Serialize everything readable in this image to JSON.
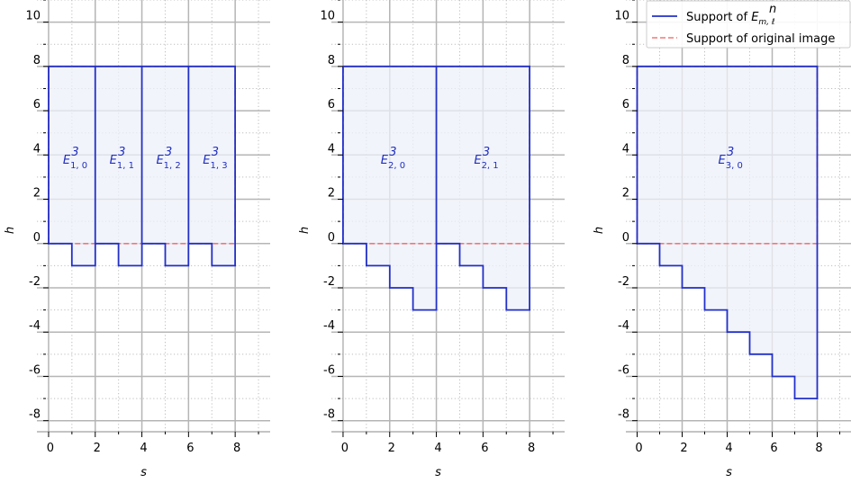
{
  "colors": {
    "support_line": "#2230c8",
    "support_fill": "#eef0fa",
    "original_line": "#f07878",
    "major_grid": "#b5b5b5",
    "minor_grid": "#bdbdbd"
  },
  "legend": {
    "position": "top-right",
    "entries": [
      {
        "label_base": "Support of ",
        "label_main": "E",
        "label_sup": "n",
        "label_sub": "m, ℓ",
        "style": "solid"
      },
      {
        "label_base": "Support of original image",
        "label_main": "",
        "label_sup": "",
        "label_sub": "",
        "style": "dashed"
      }
    ]
  },
  "chart_data": [
    {
      "type": "step-region",
      "xlabel": "s",
      "ylabel": "h",
      "xlim": [
        -0.5,
        9.5
      ],
      "ylim": [
        -8.5,
        11
      ],
      "x_ticks": [
        0,
        2,
        4,
        6,
        8
      ],
      "x_tick_labels": [
        "0",
        "2",
        "4",
        "6",
        "8"
      ],
      "y_ticks": [
        -8,
        -6,
        -4,
        -2,
        0,
        2,
        4,
        6,
        8,
        10
      ],
      "y_tick_labels": [
        "-8",
        "-6",
        "-4",
        "-2",
        "0",
        "2",
        "4",
        "6",
        "8",
        "10"
      ],
      "grid": {
        "major": true,
        "minor": true,
        "minor_step": 1
      },
      "original_support": {
        "x": [
          0,
          8
        ],
        "y": [
          0,
          8
        ]
      },
      "support_outline": [
        [
          0,
          8
        ],
        [
          8,
          8
        ],
        [
          8,
          -1
        ],
        [
          7,
          -1
        ],
        [
          7,
          0
        ],
        [
          6,
          0
        ],
        [
          6,
          -1
        ],
        [
          5,
          -1
        ],
        [
          5,
          0
        ],
        [
          4,
          0
        ],
        [
          4,
          -1
        ],
        [
          3,
          -1
        ],
        [
          3,
          0
        ],
        [
          2,
          0
        ],
        [
          2,
          -1
        ],
        [
          1,
          -1
        ],
        [
          1,
          0
        ],
        [
          0,
          0
        ],
        [
          0,
          8
        ]
      ],
      "dividers": [
        2,
        4,
        6
      ],
      "regions": [
        {
          "main": "E",
          "sub": "1, 0",
          "sup": "3",
          "x": 1,
          "y": 3.6
        },
        {
          "main": "E",
          "sub": "1, 1",
          "sup": "3",
          "x": 3,
          "y": 3.6
        },
        {
          "main": "E",
          "sub": "1, 2",
          "sup": "3",
          "x": 5,
          "y": 3.6
        },
        {
          "main": "E",
          "sub": "1, 3",
          "sup": "3",
          "x": 7,
          "y": 3.6
        }
      ]
    },
    {
      "type": "step-region",
      "xlabel": "s",
      "ylabel": "h",
      "xlim": [
        -0.5,
        9.5
      ],
      "ylim": [
        -8.5,
        11
      ],
      "x_ticks": [
        0,
        2,
        4,
        6,
        8
      ],
      "x_tick_labels": [
        "0",
        "2",
        "4",
        "6",
        "8"
      ],
      "y_ticks": [
        -8,
        -6,
        -4,
        -2,
        0,
        2,
        4,
        6,
        8,
        10
      ],
      "y_tick_labels": [
        "-8",
        "-6",
        "-4",
        "-2",
        "0",
        "2",
        "4",
        "6",
        "8",
        "10"
      ],
      "grid": {
        "major": true,
        "minor": true,
        "minor_step": 1
      },
      "original_support": {
        "x": [
          0,
          8
        ],
        "y": [
          0,
          8
        ]
      },
      "support_outline": [
        [
          0,
          8
        ],
        [
          8,
          8
        ],
        [
          8,
          -3
        ],
        [
          7,
          -3
        ],
        [
          7,
          -2
        ],
        [
          6,
          -2
        ],
        [
          6,
          -1
        ],
        [
          5,
          -1
        ],
        [
          5,
          0
        ],
        [
          4,
          0
        ],
        [
          4,
          -3
        ],
        [
          3,
          -3
        ],
        [
          3,
          -2
        ],
        [
          2,
          -2
        ],
        [
          2,
          -1
        ],
        [
          1,
          -1
        ],
        [
          1,
          0
        ],
        [
          0,
          0
        ],
        [
          0,
          8
        ]
      ],
      "dividers": [
        4
      ],
      "regions": [
        {
          "main": "E",
          "sub": "2, 0",
          "sup": "3",
          "x": 2,
          "y": 3.6
        },
        {
          "main": "E",
          "sub": "2, 1",
          "sup": "3",
          "x": 6,
          "y": 3.6
        }
      ]
    },
    {
      "type": "step-region",
      "xlabel": "s",
      "ylabel": "h",
      "xlim": [
        -0.5,
        9.5
      ],
      "ylim": [
        -8.5,
        11
      ],
      "x_ticks": [
        0,
        2,
        4,
        6,
        8
      ],
      "x_tick_labels": [
        "0",
        "2",
        "4",
        "6",
        "8"
      ],
      "y_ticks": [
        -8,
        -6,
        -4,
        -2,
        0,
        2,
        4,
        6,
        8,
        10
      ],
      "y_tick_labels": [
        "-8",
        "-6",
        "-4",
        "-2",
        "0",
        "2",
        "4",
        "6",
        "8",
        "10"
      ],
      "grid": {
        "major": true,
        "minor": true,
        "minor_step": 1
      },
      "original_support": {
        "x": [
          0,
          8
        ],
        "y": [
          0,
          8
        ]
      },
      "support_outline": [
        [
          0,
          8
        ],
        [
          8,
          8
        ],
        [
          8,
          -7
        ],
        [
          7,
          -7
        ],
        [
          7,
          -6
        ],
        [
          6,
          -6
        ],
        [
          6,
          -5
        ],
        [
          5,
          -5
        ],
        [
          5,
          -4
        ],
        [
          4,
          -4
        ],
        [
          4,
          -3
        ],
        [
          3,
          -3
        ],
        [
          3,
          -2
        ],
        [
          2,
          -2
        ],
        [
          2,
          -1
        ],
        [
          1,
          -1
        ],
        [
          1,
          0
        ],
        [
          0,
          0
        ],
        [
          0,
          8
        ]
      ],
      "dividers": [],
      "regions": [
        {
          "main": "E",
          "sub": "3, 0",
          "sup": "3",
          "x": 4,
          "y": 3.6
        }
      ]
    }
  ]
}
